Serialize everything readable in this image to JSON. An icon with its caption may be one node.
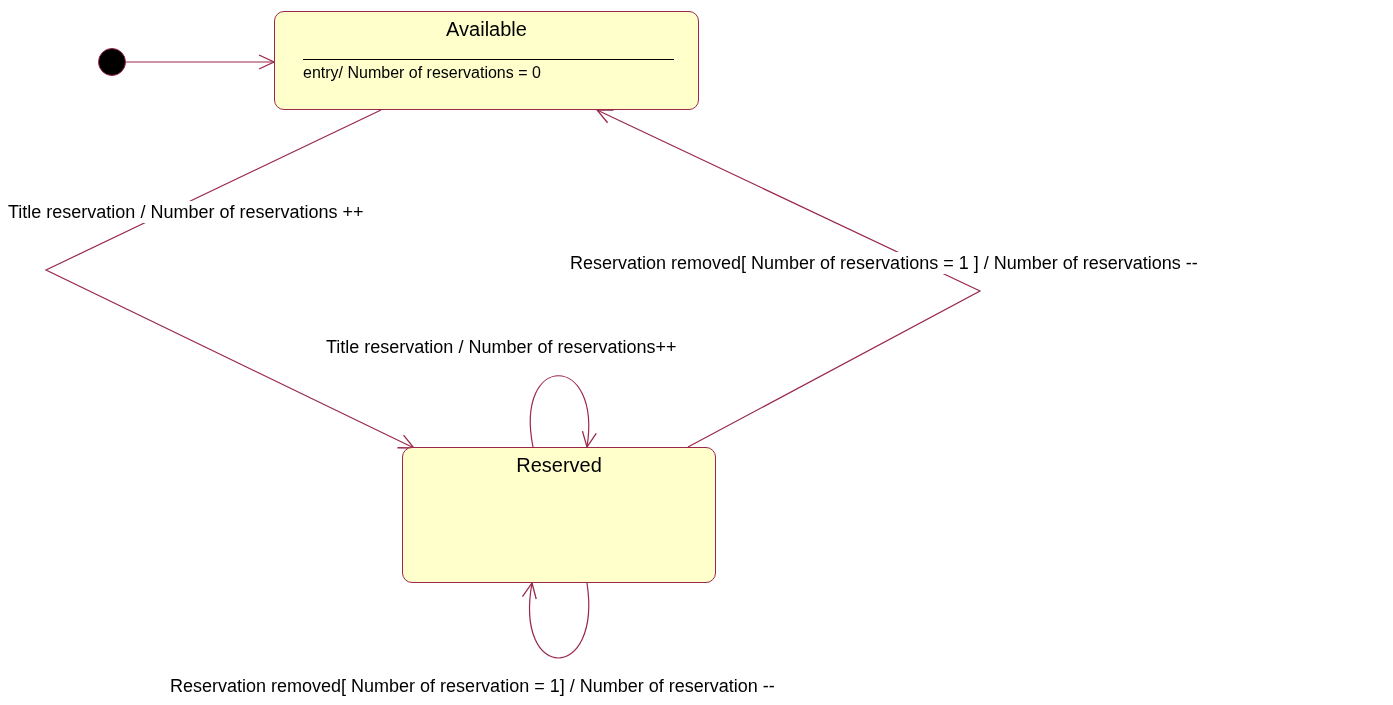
{
  "diagram": {
    "nodes": [
      {
        "text": [],
        "shape": "circle"
      },
      {
        "text": [
          "Available",
          "entry/ Number of reservations = 0"
        ]
      },
      {
        "text": [
          "Reserved"
        ]
      }
    ],
    "edges": [
      {
        "from": 0,
        "to": 1,
        "arrow": "to"
      },
      {
        "from": 1,
        "to": 2,
        "arrow": "to",
        "label": "Title reservation / Number of reservations ++"
      },
      {
        "from": 2,
        "to": 1,
        "arrow": "to",
        "label": "Reservation removed[ Number of reservations = 1 ] / Number of reservations --"
      },
      {
        "from": 2,
        "to": 2,
        "arrow": "to",
        "label": "Title reservation / Number of reservations++"
      },
      {
        "from": 2,
        "to": 2,
        "arrow": "to",
        "label": "Reservation removed[ Number of reservation = 1] / Number of reservation --"
      }
    ]
  }
}
